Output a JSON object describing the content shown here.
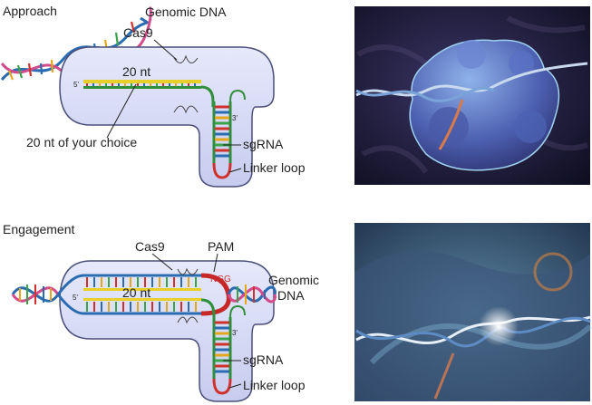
{
  "top_panel": {
    "title": "Approach",
    "genomic_dna": "Genomic DNA",
    "cas9": "Cas9",
    "five_prime": "5'",
    "nt20": "20 nt",
    "choice": "20 nt of your choice",
    "three_prime": "3'",
    "sgrna": "sgRNA",
    "linker": "Linker loop"
  },
  "bottom_panel": {
    "title": "Engagement",
    "cas9": "Cas9",
    "pam": "PAM",
    "ngg": "NGG",
    "genomic": "Genomic",
    "dna": "DNA",
    "five_prime": "5'",
    "nt20": "20 nt",
    "three_prime": "3'",
    "sgrna": "sgRNA",
    "linker": "Linker loop"
  },
  "colors": {
    "cas9_fill": "#d5d9f3",
    "cas9_stroke": "#4a4f7a",
    "rna_green": "#2f8f3a",
    "linker_red": "#d0312d",
    "pam_red": "#c62828",
    "ssrna_yellow": "#e8cf2a",
    "render_bg": "#1b1c3c",
    "render_protein": "#5a73c7"
  }
}
